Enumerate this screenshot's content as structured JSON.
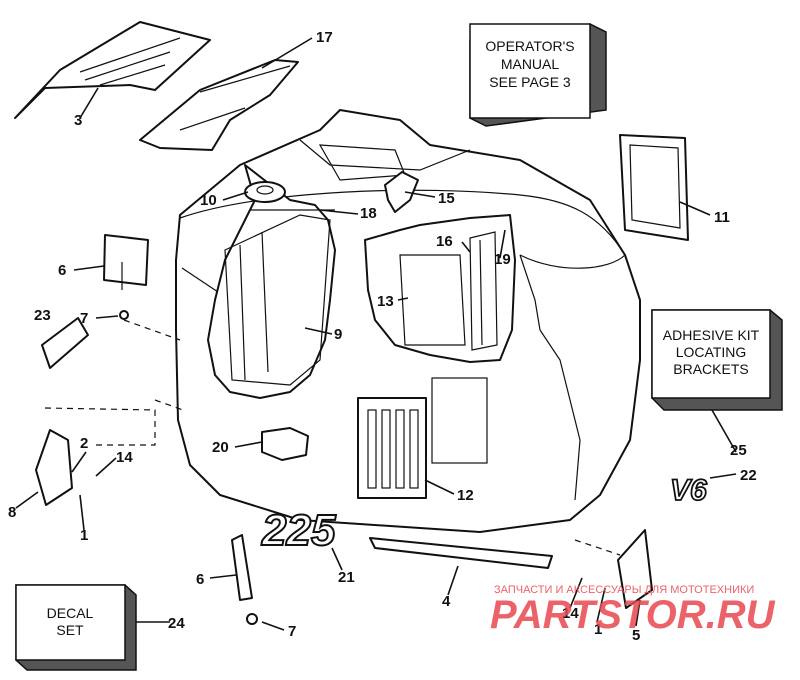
{
  "boxes": {
    "operators_manual": [
      "OPERATOR'S",
      "MANUAL",
      "SEE PAGE 3"
    ],
    "adhesive_kit": [
      "ADHESIVE KIT",
      "LOCATING",
      "BRACKETS"
    ],
    "decal_set": [
      "DECAL",
      "SET"
    ]
  },
  "decals": {
    "model": "225",
    "badge": "V6"
  },
  "callouts": {
    "c1a": "1",
    "c1b": "1",
    "c2": "2",
    "c3": "3",
    "c4": "4",
    "c5": "5",
    "c6a": "6",
    "c6b": "6",
    "c7a": "7",
    "c7b": "7",
    "c8": "8",
    "c9": "9",
    "c10": "10",
    "c11": "11",
    "c12": "12",
    "c13": "13",
    "c14a": "14",
    "c14b": "14",
    "c15": "15",
    "c16": "16",
    "c17": "17",
    "c18": "18",
    "c19": "19",
    "c20": "20",
    "c21": "21",
    "c22": "22",
    "c23": "23",
    "c24": "24",
    "c25": "25"
  },
  "watermark": {
    "tagline": "ЗАПЧАСТИ И АКСЕССУАРЫ ДЛЯ МОТОТЕХНИКИ",
    "brand": "PARTSTOR.RU",
    "color": "#e8474f"
  }
}
